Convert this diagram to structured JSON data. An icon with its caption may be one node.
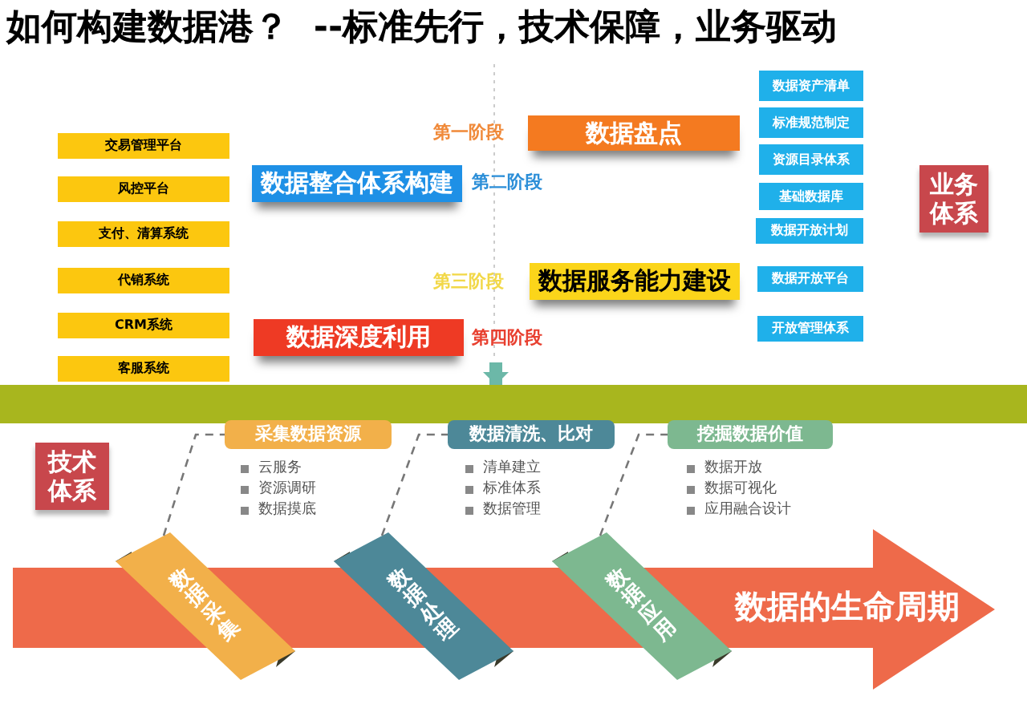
{
  "diagram": {
    "title": "如何构建数据港？  --标准先行，技术保障，业务驱动",
    "nodes": [
      {
        "text": [
          "交易管理平台"
        ]
      },
      {
        "text": [
          "风控平台"
        ]
      },
      {
        "text": [
          "支付、清算系统"
        ]
      },
      {
        "text": [
          "代销系统"
        ]
      },
      {
        "text": [
          "CRM系统"
        ]
      },
      {
        "text": [
          "客服系统"
        ]
      },
      {
        "text": [
          "数据盘点"
        ],
        "beside": [
          "第一阶段"
        ]
      },
      {
        "text": [
          "数据整合体系构建"
        ],
        "beside": [
          "第二阶段"
        ]
      },
      {
        "text": [
          "数据服务能力建设"
        ],
        "beside": [
          "第三阶段"
        ]
      },
      {
        "text": [
          "数据深度利用"
        ],
        "beside": [
          "第四阶段"
        ]
      },
      {
        "text": [
          "数据资产清单"
        ]
      },
      {
        "text": [
          "标准规范制定"
        ]
      },
      {
        "text": [
          "资源目录体系"
        ]
      },
      {
        "text": [
          "基础数据库"
        ]
      },
      {
        "text": [
          "数据开放计划"
        ]
      },
      {
        "text": [
          "数据开放平台"
        ]
      },
      {
        "text": [
          "开放管理体系"
        ]
      },
      {
        "text": [
          "业务体系"
        ]
      },
      {
        "text": [],
        "shape": "bar"
      },
      {
        "text": [
          "技术体系"
        ]
      },
      {
        "text": [
          "数据的生命周期"
        ]
      },
      {
        "text": [
          "数据采集"
        ],
        "in": 20
      },
      {
        "text": [
          "数据处理"
        ],
        "in": 20
      },
      {
        "text": [
          "数据应用"
        ],
        "in": 20
      },
      {
        "text": [
          "采集数据资源"
        ],
        "beside": [
          "云服务",
          "资源调研",
          "数据摸底"
        ]
      },
      {
        "text": [
          "数据清洗、比对"
        ],
        "beside": [
          "清单建立",
          "标准体系",
          "数据管理"
        ]
      },
      {
        "text": [
          "挖掘数据价值"
        ],
        "beside": [
          "数据开放",
          "数据可视化",
          "应用融合设计"
        ]
      }
    ],
    "edges": [
      {
        "from": 9,
        "to": 18,
        "arrow": "to",
        "style": "thick"
      },
      {
        "from": 21,
        "to": 24,
        "arrow": "none",
        "style": "dashed"
      },
      {
        "from": 22,
        "to": 25,
        "arrow": "none",
        "style": "dashed"
      },
      {
        "from": 23,
        "to": 26,
        "arrow": "none",
        "style": "dashed"
      }
    ]
  }
}
